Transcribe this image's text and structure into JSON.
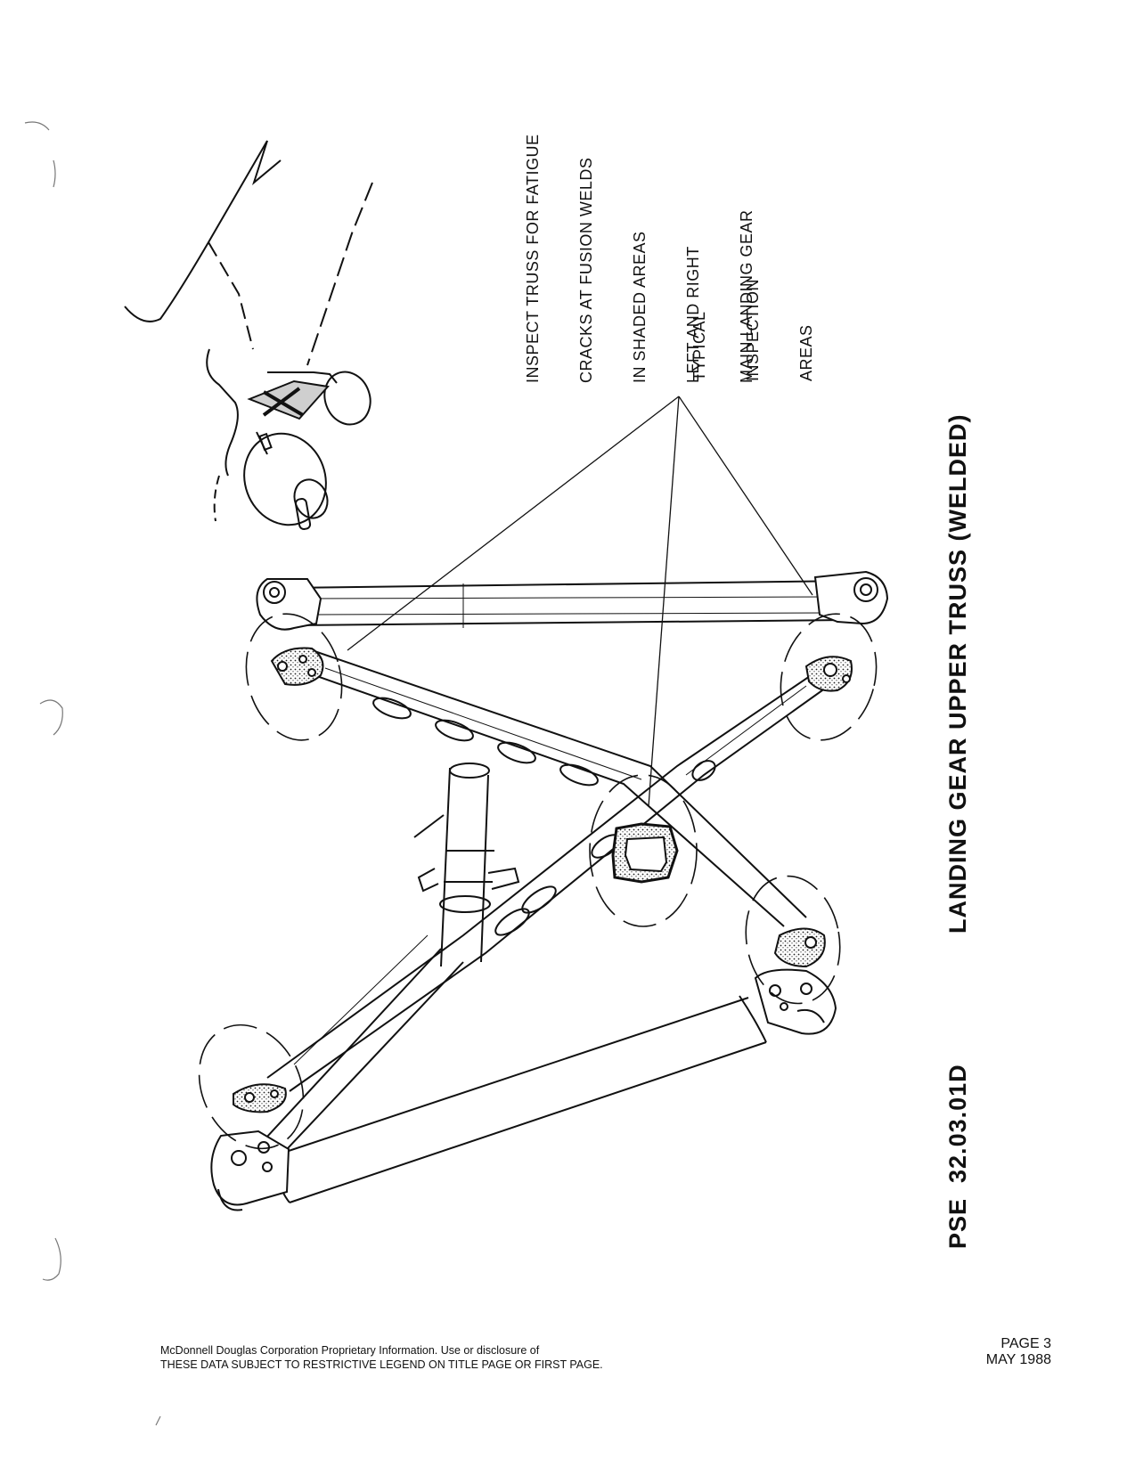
{
  "notes": {
    "inspect_lines": [
      "INSPECT TRUSS FOR FATIGUE",
      "CRACKS AT FUSION WELDS",
      "IN SHADED AREAS",
      "LEFT AND RIGHT",
      "MAIN LANDING GEAR"
    ],
    "typical_lines": [
      "TYPICAL",
      "INSPECTION",
      "AREAS"
    ]
  },
  "title": {
    "main": "LANDING GEAR UPPER TRUSS (WELDED)",
    "pse": "PSE  32.03.01D"
  },
  "footer": {
    "line1": "McDonnell Douglas Corporation Proprietary Information.  Use or disclosure of",
    "line2": "THESE DATA SUBJECT TO RESTRICTIVE LEGEND ON TITLE PAGE OR FIRST PAGE.",
    "page": "PAGE 3",
    "date": "MAY 1988"
  }
}
